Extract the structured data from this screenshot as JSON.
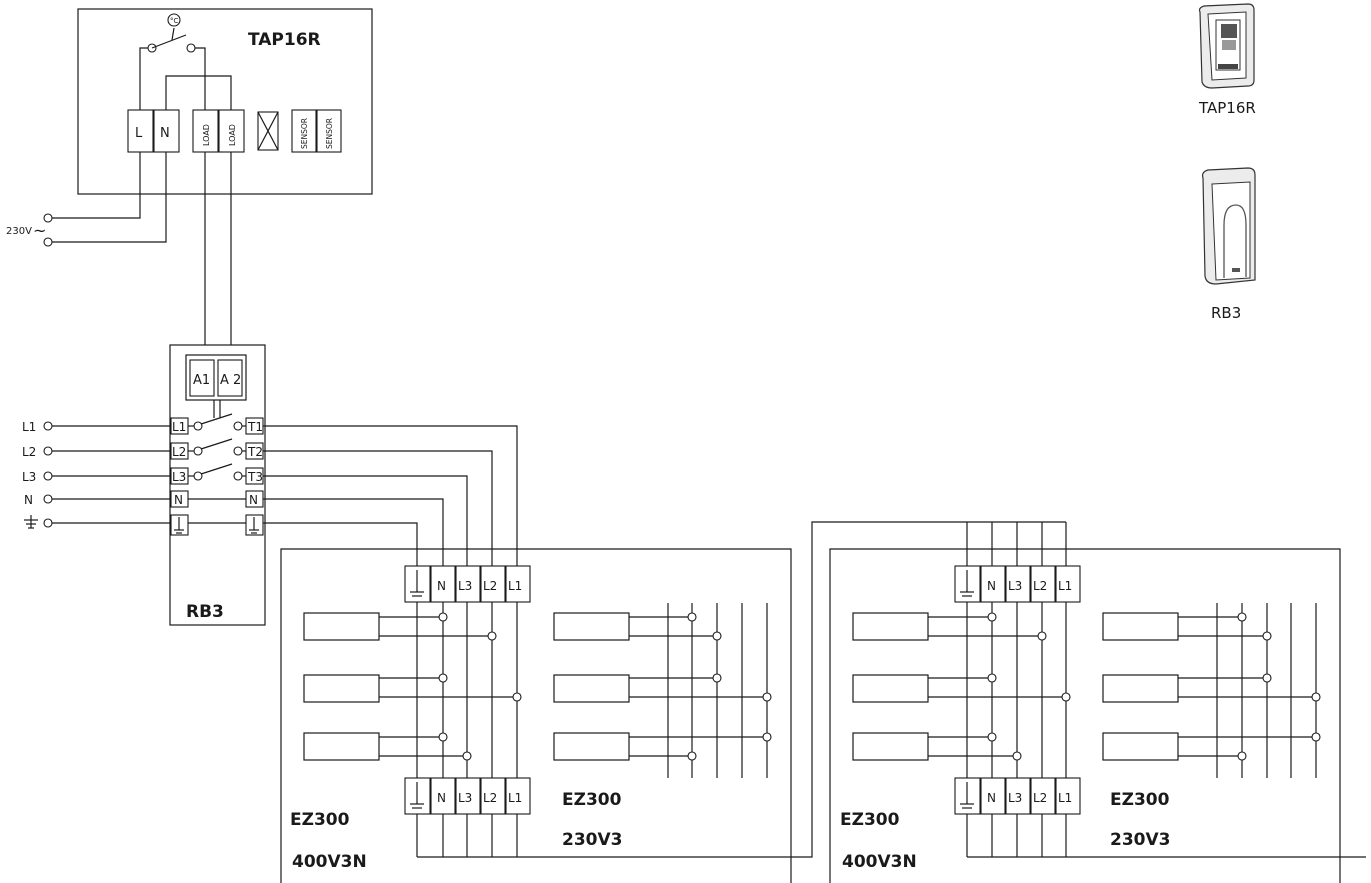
{
  "thermostat": {
    "name": "TAP16R",
    "terminals": [
      "L",
      "N",
      "LOAD",
      "LOAD",
      "SENSOR",
      "SENSOR"
    ]
  },
  "supply": {
    "voltage": "230V",
    "ac_symbol": "~"
  },
  "relay": {
    "name": "RB3",
    "coil": [
      "A1",
      "A 2"
    ],
    "inputs": [
      "L1",
      "L2",
      "L3",
      "N"
    ],
    "outputs": [
      "T1",
      "T2",
      "T3",
      "N"
    ]
  },
  "mains_labels": [
    "L1",
    "L2",
    "L3",
    "N"
  ],
  "heater_terminals": [
    "N",
    "L3",
    "L2",
    "L1"
  ],
  "heater_left": {
    "model": "EZ300",
    "voltage": "400V3N"
  },
  "heater_left_alt": {
    "model": "EZ300",
    "voltage": "230V3"
  },
  "heater_right": {
    "model": "EZ300",
    "voltage": "400V3N"
  },
  "heater_right_alt": {
    "model": "EZ300",
    "voltage": "230V3"
  },
  "product_images": [
    {
      "icon": "thermostat-device-icon",
      "label": "TAP16R"
    },
    {
      "icon": "relay-device-icon",
      "label": "RB3"
    }
  ]
}
